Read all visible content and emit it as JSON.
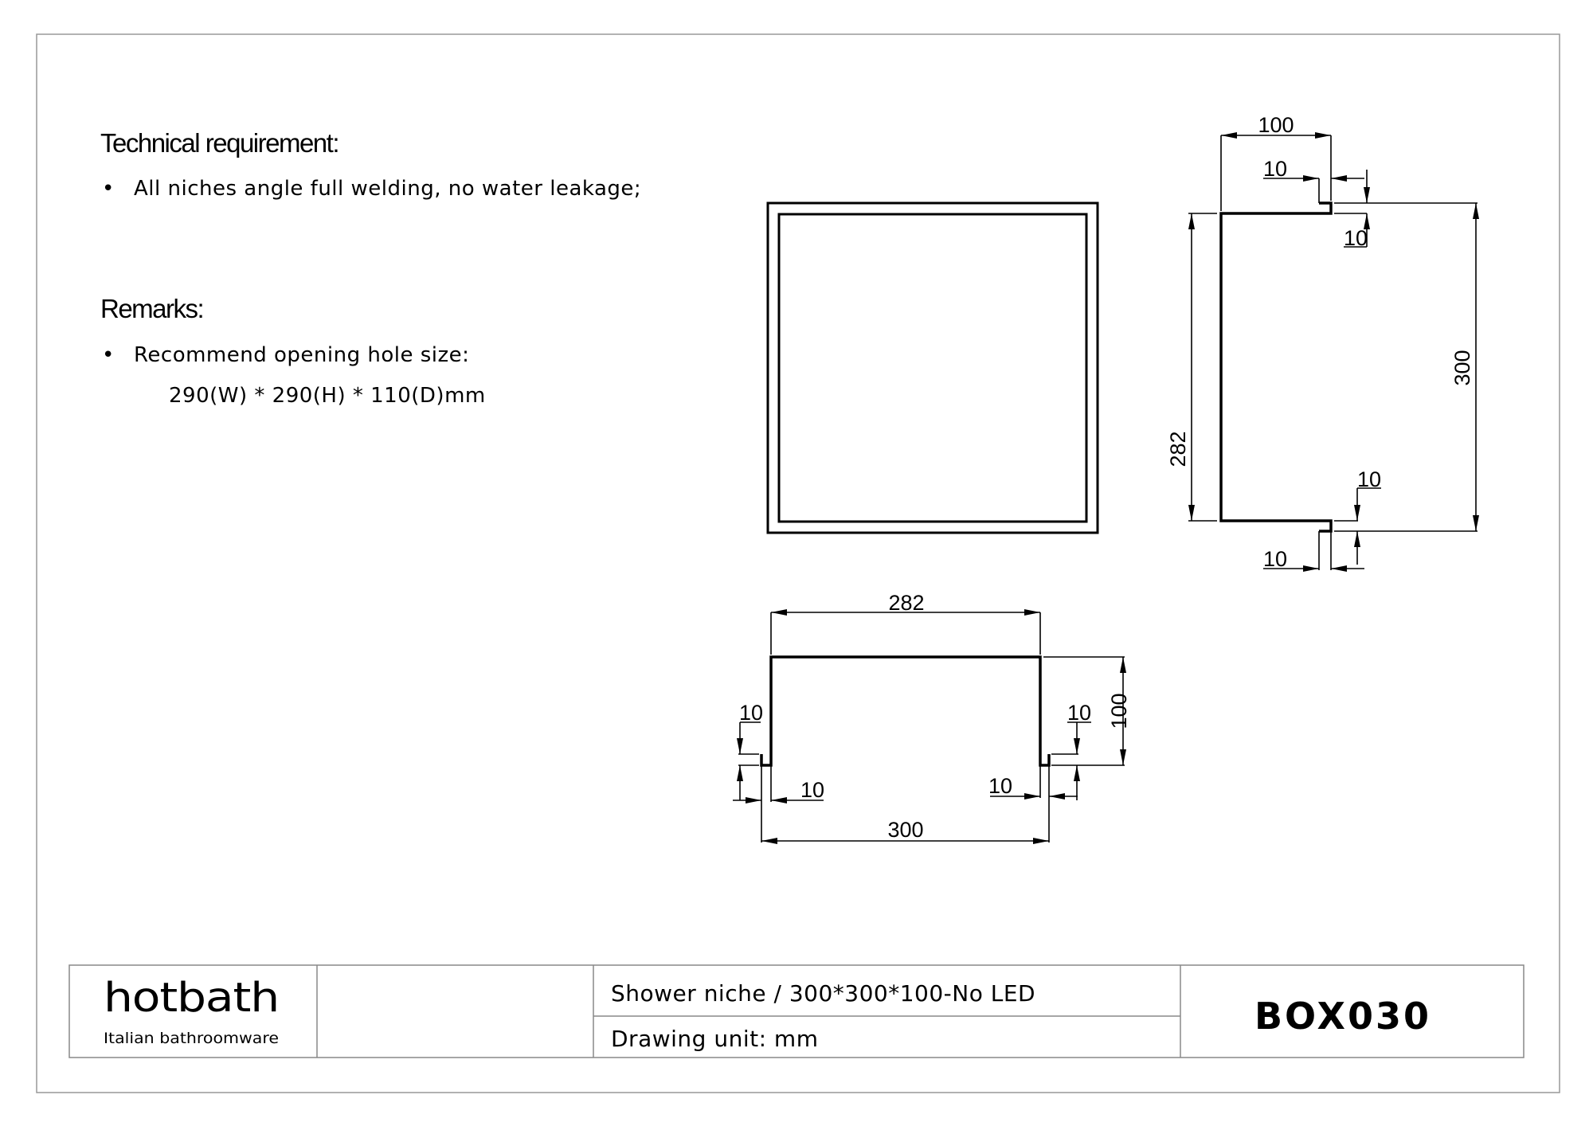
{
  "notes": {
    "technical_heading": "Technical requirement:",
    "technical_items": [
      "All niches angle full welding, no water  leakage;"
    ],
    "remarks_heading": "Remarks:",
    "remarks_items": [
      "Recommend  opening hole size:"
    ],
    "opening_size": "290(W)  * 290(H)  * 110(D)mm",
    "bullet": "•"
  },
  "side_view": {
    "depth": "100",
    "lip_top_width": "10",
    "lip_top_height": "10",
    "inner_height": "282",
    "outer_height": "300",
    "lip_bottom_height": "10",
    "lip_bottom_width": "10"
  },
  "top_view": {
    "inner_width": "282",
    "outer_width": "300",
    "depth": "100",
    "left_lip_height": "10",
    "left_lip_width": "10",
    "right_lip_height": "10",
    "right_lip_width": "10"
  },
  "title_block": {
    "brand": "hotbath",
    "tagline": "Italian bathroomware",
    "description": "Shower  niche  / 300*300*100-No LED",
    "drawing_unit": "Drawing unit: mm",
    "model_code": "BOX030"
  }
}
